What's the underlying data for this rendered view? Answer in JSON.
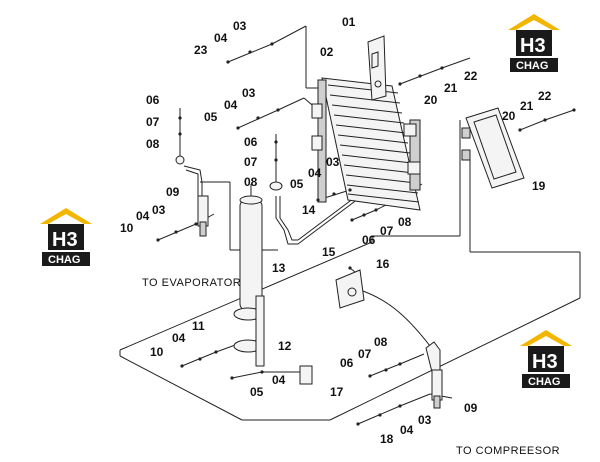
{
  "labels": [
    {
      "text": "01"
    },
    {
      "text": "02"
    },
    {
      "text": "03"
    },
    {
      "text": "04"
    },
    {
      "text": "23"
    },
    {
      "text": "22"
    },
    {
      "text": "21"
    },
    {
      "text": "20"
    },
    {
      "text": "06"
    },
    {
      "text": "07"
    },
    {
      "text": "08"
    },
    {
      "text": "03"
    },
    {
      "text": "04"
    },
    {
      "text": "05"
    },
    {
      "text": "06"
    },
    {
      "text": "07"
    },
    {
      "text": "08"
    },
    {
      "text": "03"
    },
    {
      "text": "04"
    },
    {
      "text": "05"
    },
    {
      "text": "14"
    },
    {
      "text": "22"
    },
    {
      "text": "21"
    },
    {
      "text": "20"
    },
    {
      "text": "19"
    },
    {
      "text": "09"
    },
    {
      "text": "03"
    },
    {
      "text": "04"
    },
    {
      "text": "10"
    },
    {
      "text": "08"
    },
    {
      "text": "07"
    },
    {
      "text": "06"
    },
    {
      "text": "13"
    },
    {
      "text": "15"
    },
    {
      "text": "16"
    },
    {
      "text": "11"
    },
    {
      "text": "04"
    },
    {
      "text": "10"
    },
    {
      "text": "12"
    },
    {
      "text": "05"
    },
    {
      "text": "04"
    },
    {
      "text": "17"
    },
    {
      "text": "08"
    },
    {
      "text": "07"
    },
    {
      "text": "06"
    },
    {
      "text": "09"
    },
    {
      "text": "03"
    },
    {
      "text": "04"
    },
    {
      "text": "18"
    }
  ],
  "captions": {
    "evaporator": "TO EVAPORATOR",
    "compressor": "TO COMPREESOR"
  },
  "logo": {
    "mark": "H3",
    "word": "CHAG",
    "colors": {
      "roof": "#f2b600",
      "box": "#1a1a1a",
      "text": "#ffffff"
    }
  }
}
